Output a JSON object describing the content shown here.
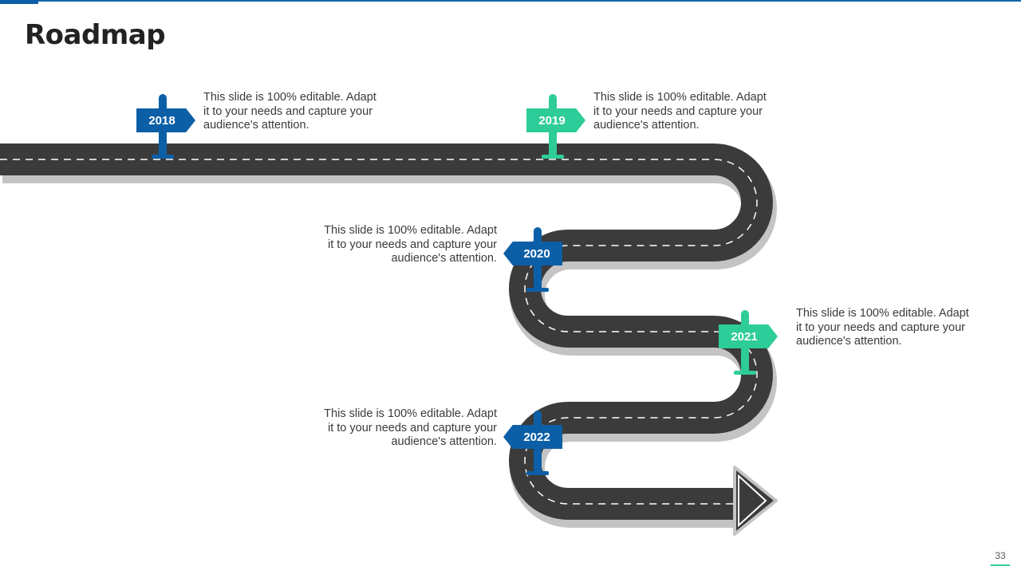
{
  "title": "Roadmap",
  "colors": {
    "blue": "#0c5fa6",
    "green": "#2ecc98",
    "road": "#3b3b3b"
  },
  "milestones": [
    {
      "year": "2018",
      "text": "This slide is 100% editable. Adapt it to your needs and capture your audience's attention.",
      "color": "#0c5fa6"
    },
    {
      "year": "2019",
      "text": "This slide is 100% editable. Adapt it to your needs and capture your audience's attention.",
      "color": "#2ecc98"
    },
    {
      "year": "2020",
      "text": "This slide is 100% editable. Adapt it to your needs and capture your audience's attention.",
      "color": "#0c5fa6"
    },
    {
      "year": "2021",
      "text": "This slide is 100% editable. Adapt it to your needs and capture your audience's attention.",
      "color": "#2ecc98"
    },
    {
      "year": "2022",
      "text": "This slide is 100% editable. Adapt it to your needs and capture your audience's attention.",
      "color": "#0c5fa6"
    }
  ],
  "page_number": "33"
}
